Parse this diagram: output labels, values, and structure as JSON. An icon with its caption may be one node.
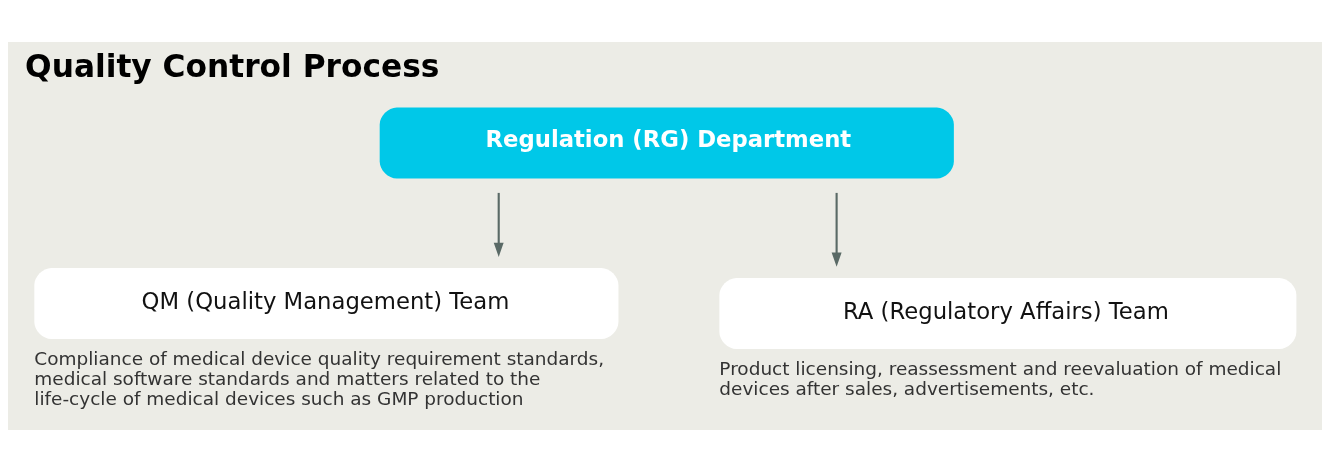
{
  "diagram": {
    "title": "Quality Control Process",
    "nodes": [
      {
        "text": [
          "Regulation (RG) Department"
        ]
      },
      {
        "text": [
          "QM (Quality Management) Team"
        ],
        "beside": [
          "Compliance of medical device quality requirement standards, medical software standards and matters related to the life-cycle of medical devices such as GMP production"
        ]
      },
      {
        "text": [
          "RA (Regulatory Affairs) Team"
        ],
        "beside": [
          "Product licensing, reassessment and reevaluation of medical devices after sales, advertisements, etc."
        ]
      }
    ],
    "edges": [
      {
        "from": 0,
        "to": 1,
        "arrow": "to"
      },
      {
        "from": 0,
        "to": 2,
        "arrow": "to"
      }
    ]
  }
}
